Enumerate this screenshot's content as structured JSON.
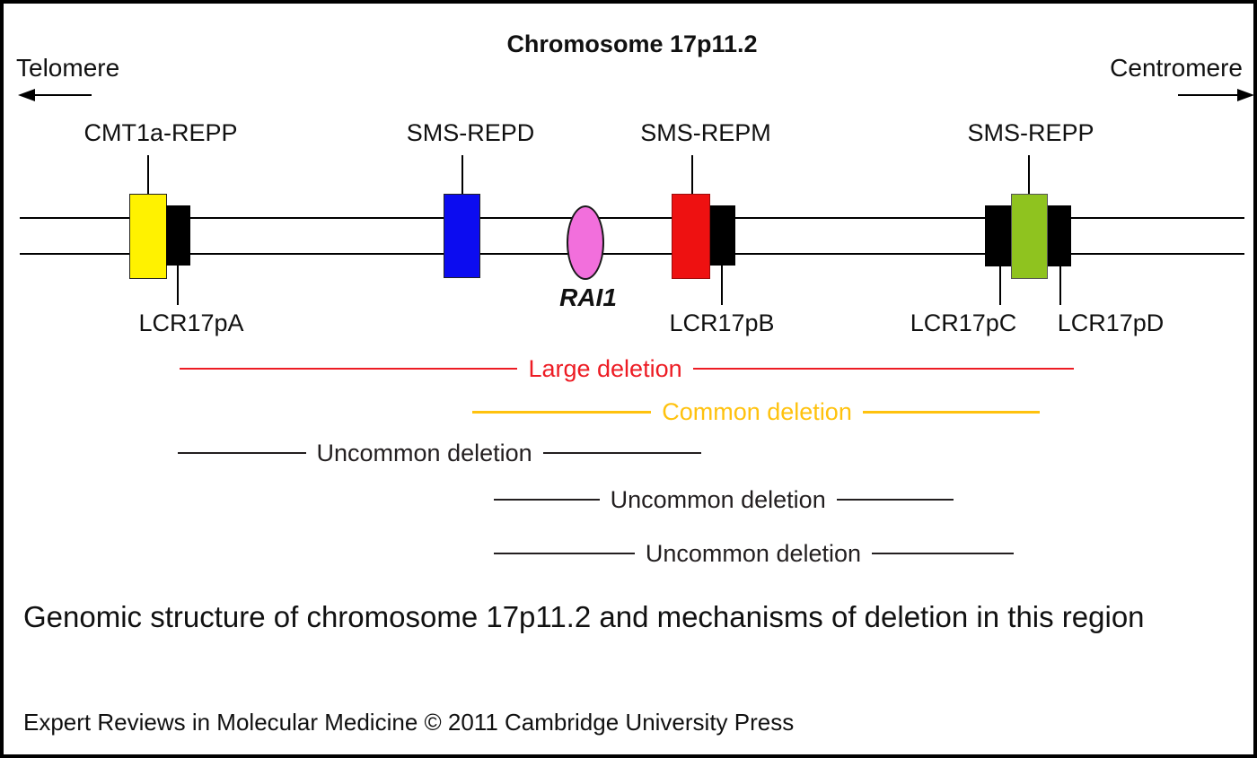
{
  "figure": {
    "title": "Chromosome 17p11.2",
    "telomere_label": "Telomere",
    "centromere_label": "Centromere",
    "repeats": [
      "CMT1a-REPP",
      "SMS-REPD",
      "SMS-REPM",
      "SMS-REPP"
    ],
    "lcrs": [
      "LCR17pA",
      "LCR17pB",
      "LCR17pC",
      "LCR17pD"
    ],
    "gene_label": "RAI1",
    "deletion_rows": [
      {
        "label": "Large deletion",
        "color": "#ed1c24"
      },
      {
        "label": "Common deletion",
        "color": "#ffc20e"
      },
      {
        "label": "Uncommon deletion",
        "color": "#231f20"
      },
      {
        "label": "Uncommon deletion",
        "color": "#231f20"
      },
      {
        "label": "Uncommon deletion",
        "color": "#231f20"
      }
    ],
    "caption": "Genomic structure of chromosome 17p11.2 and mechanisms of deletion in this region",
    "credit": "Expert Reviews in Molecular Medicine © 2011 Cambridge University Press",
    "colors": {
      "yellow_box": "#fff200",
      "blue_box": "#0c0cf0",
      "pink_ellipse": "#f26fdc",
      "red_box": "#ee1111",
      "green_box": "#8fc31f",
      "black_box": "#000000",
      "large_deletion": "#ed1c24",
      "common_deletion": "#ffc20e",
      "uncommon_deletion": "#231f20"
    }
  }
}
